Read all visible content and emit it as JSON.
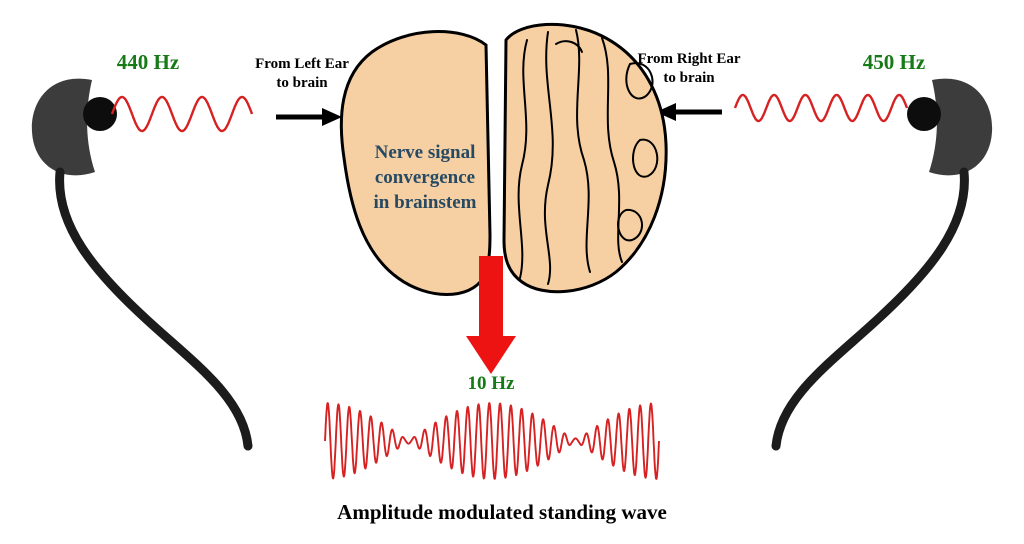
{
  "left_channel": {
    "frequency": "440 Hz",
    "route_label_line1": "From Left Ear",
    "route_label_line2": "to brain"
  },
  "right_channel": {
    "frequency": "450 Hz",
    "route_label_line1": "From Right Ear",
    "route_label_line2": "to brain"
  },
  "brain": {
    "label_line1": "Nerve signal",
    "label_line2": "convergence",
    "label_line3": "in brainstem"
  },
  "beat": {
    "frequency": "10 Hz"
  },
  "caption": "Amplitude modulated standing wave",
  "colors": {
    "wave_red": "#d62222",
    "freq_green": "#167a16",
    "brain_fill": "#f6cfa3",
    "outline_black": "#000000",
    "nerve_text_blue": "#274a63",
    "arrow_red": "#ee1313",
    "earbud_gray": "#3c3c3c",
    "cable_black": "#1c1c1c",
    "background": "#ffffff"
  }
}
